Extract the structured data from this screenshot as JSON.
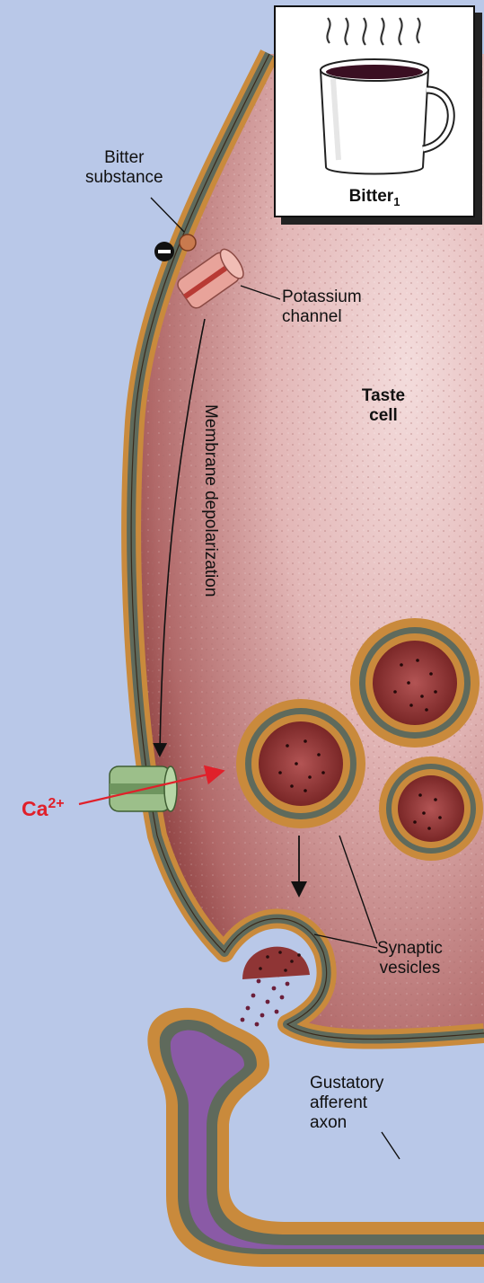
{
  "cup_panel": {
    "label": "Bitter",
    "subscript": "1"
  },
  "labels": {
    "bitter_substance_line1": "Bitter",
    "bitter_substance_line2": "substance",
    "potassium_line1": "Potassium",
    "potassium_line2": "channel",
    "taste_line1": "Taste",
    "taste_line2": "cell",
    "membrane_depolarization": "Membrane depolarization",
    "calcium": "Ca",
    "calcium_charge": "2+",
    "synaptic_line1": "Synaptic",
    "synaptic_line2": "vesicles",
    "gustatory_line1": "Gustatory",
    "gustatory_line2": "afferent",
    "gustatory_line3": "axon"
  },
  "colors": {
    "extracellular": "#b9c8e8",
    "cytoplasm": "#d7a3a3",
    "cytoplasm_deep": "#9b4a4a",
    "membrane_outer": "#c98a3c",
    "membrane_inner": "#5f6a5c",
    "potassium_channel": "#e8a39a",
    "calcium_channel": "#9cbf8a",
    "axon_fill": "#8a5aa6",
    "calcium_arrow": "#e0202a"
  }
}
